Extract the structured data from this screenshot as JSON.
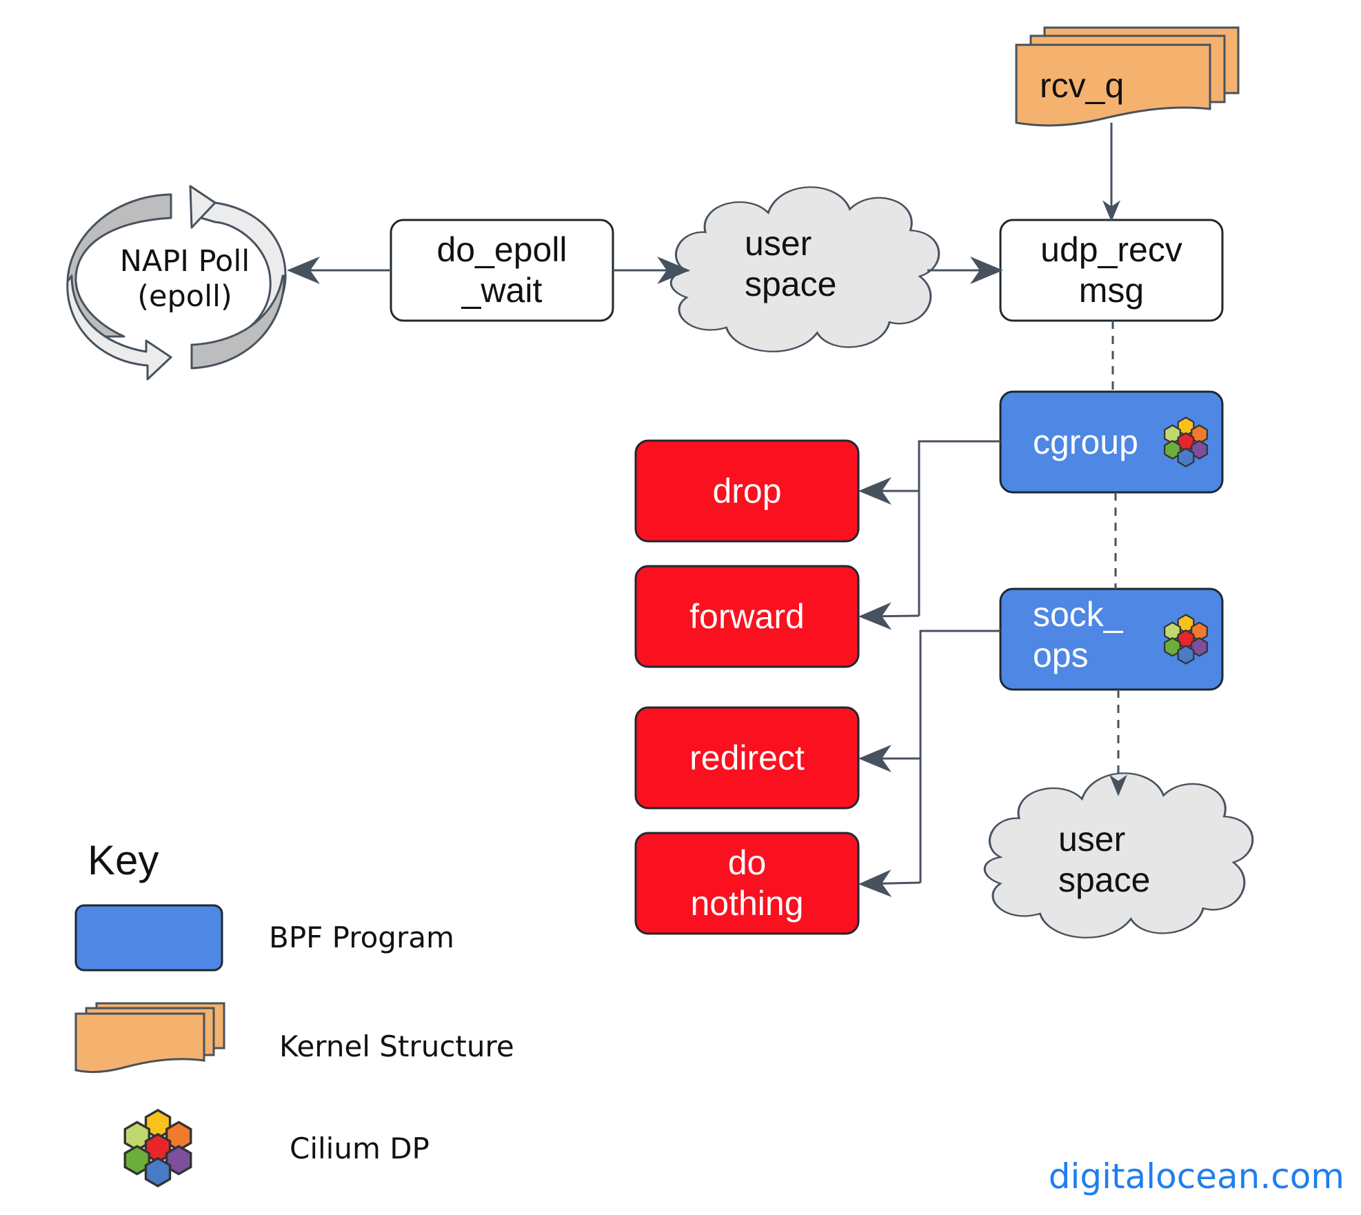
{
  "diagram": {
    "napi": {
      "line1": "NAPI Poll",
      "line2": "(epoll)"
    },
    "do_epoll": {
      "line1": "do_epoll",
      "line2": "_wait"
    },
    "user_space_top": {
      "line1": "user",
      "line2": "space"
    },
    "udp_recv": {
      "line1": "udp_recv",
      "line2": "msg"
    },
    "rcv_q": {
      "label": "rcv_q"
    },
    "cgroup": {
      "label": "cgroup"
    },
    "sock_ops": {
      "line1": "sock_",
      "line2": "ops"
    },
    "user_space_bottom": {
      "line1": "user",
      "line2": "space"
    },
    "actions": {
      "drop": "drop",
      "forward": "forward",
      "redirect": "redirect",
      "do_nothing_1": "do",
      "do_nothing_2": "nothing"
    }
  },
  "key": {
    "title": "Key",
    "bpf_program": "BPF Program",
    "kernel_structure": "Kernel Structure",
    "cilium_dp": "Cilium DP"
  },
  "watermark": "digitalocean.com",
  "colors": {
    "bpf_blue": "#4e87e4",
    "kernel_orange": "#f5b26e",
    "action_red": "#fb1020",
    "cloud_gray": "#e6e6e6",
    "outline": "#1f2730",
    "arrow": "#47525f",
    "watermark_blue": "#1f7ef0"
  },
  "icons": [
    "cycle-icon",
    "cloud-icon",
    "cilium-hexagon-icon",
    "document-stack-icon"
  ]
}
